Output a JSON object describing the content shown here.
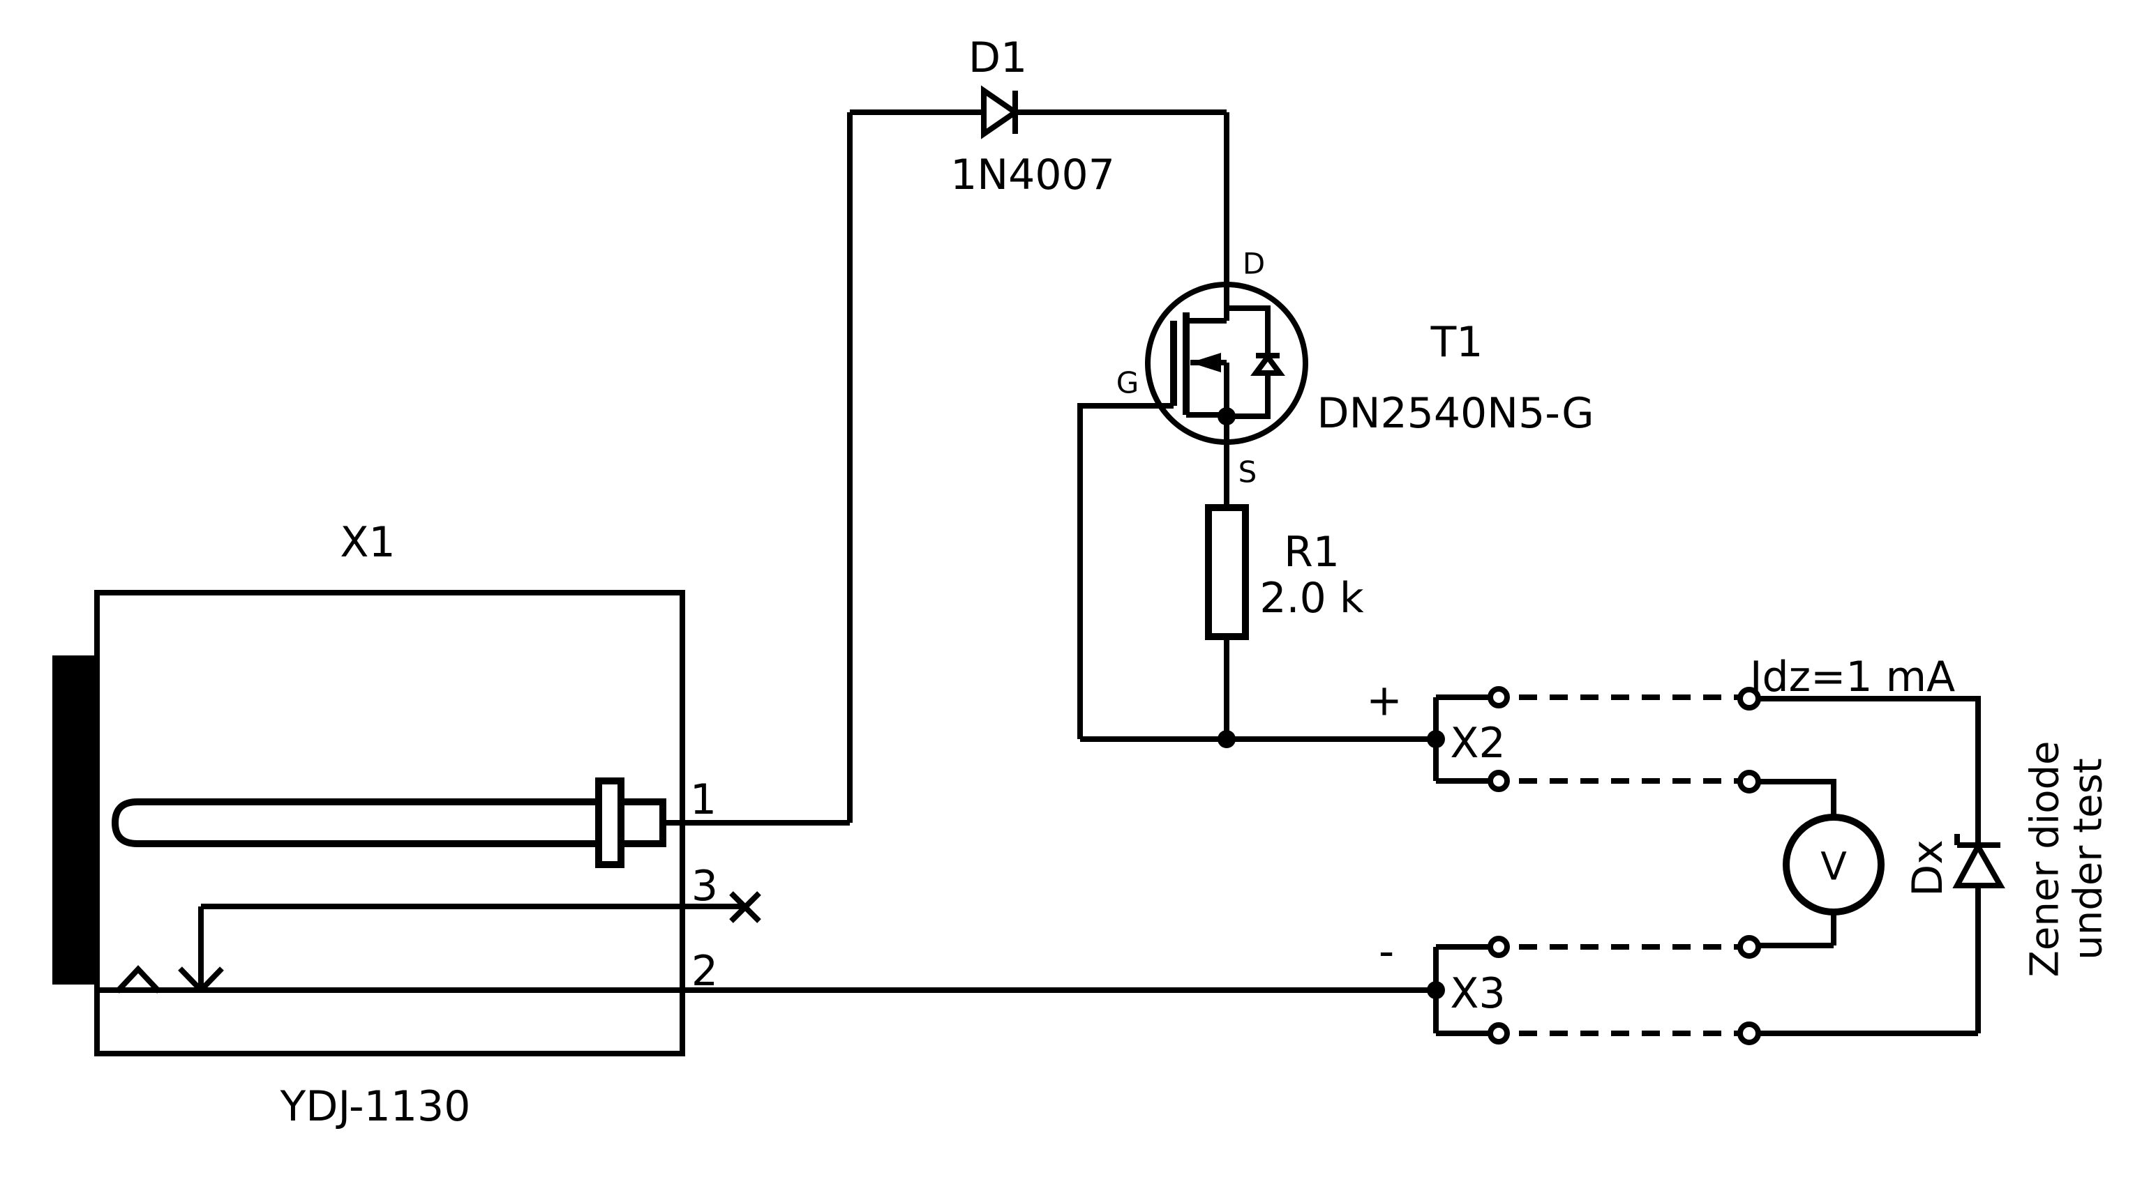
{
  "schematic": {
    "colors": {
      "ink": "#000000",
      "background": "#ffffff"
    },
    "components": {
      "x1": {
        "ref": "X1",
        "model": "YDJ-1130",
        "pin1": "1",
        "pin2": "2",
        "pin3": "3"
      },
      "d1": {
        "ref": "D1",
        "part": "1N4007"
      },
      "t1": {
        "ref": "T1",
        "part": "DN2540N5-G",
        "drain": "D",
        "gate": "G",
        "source": "S"
      },
      "r1": {
        "ref": "R1",
        "value": "2.0 k"
      },
      "x2": {
        "ref": "X2",
        "polarity": "+"
      },
      "x3": {
        "ref": "X3",
        "polarity": "-"
      },
      "voltmeter": {
        "symbol": "V"
      },
      "dx": {
        "ref": "Dx",
        "caption_line1": "Zener diode",
        "caption_line2": "under test"
      }
    },
    "annotations": {
      "test_current": "Idz=1 mA"
    }
  }
}
